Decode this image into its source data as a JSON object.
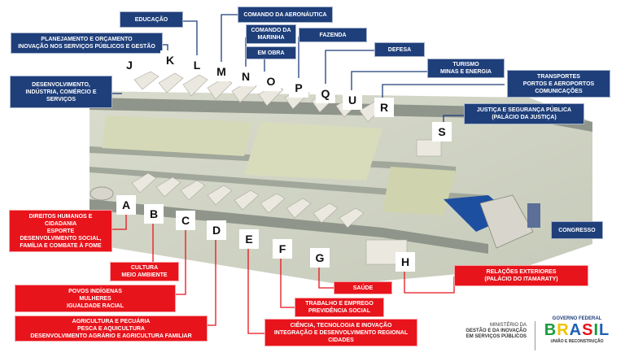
{
  "colors": {
    "blue": "#1f3f7a",
    "red": "#e8141c"
  },
  "blue_labels": {
    "educacao": [
      "EDUCAÇÃO"
    ],
    "aeronautica": [
      "COMANDO DA AERONÁUTICA"
    ],
    "planejamento": [
      "PLANEJAMENTO E ORÇAMENTO",
      "INOVAÇÃO NOS SERVIÇOS PÚBLICOS E GESTÃO"
    ],
    "marinha": [
      "COMANDO DA",
      "MARINHA"
    ],
    "em_obra": [
      "EM OBRA"
    ],
    "fazenda": [
      "FAZENDA"
    ],
    "defesa": [
      "DEFESA"
    ],
    "turismo": [
      "TURISMO",
      "MINAS E ENERGIA"
    ],
    "transportes": [
      "TRANSPORTES",
      "PORTOS E AEROPORTOS",
      "COMUNICAÇÕES"
    ],
    "desenvolvimento": [
      "DESENVOLVIMENTO,",
      "INDÚSTRIA, COMÉRCIO E",
      "SERVIÇOS"
    ],
    "justica": [
      "JUSTIÇA E SEGURANÇA PÚBLICA",
      "(PALÁCIO DA JUSTIÇA)"
    ],
    "congresso": [
      "CONGRESSO"
    ]
  },
  "red_labels": {
    "direitos": [
      "DIREITOS HUMANOS E",
      "CIDADANIA",
      "ESPORTE",
      "DESENVOLVIMENTO SOCIAL,",
      "FAMÍLIA E COMBATE À FOME"
    ],
    "cultura": [
      "CULTURA",
      "MEIO AMBIENTE"
    ],
    "povos": [
      "POVOS INDÍGENAS",
      "MULHERES",
      "IGUALDADE RACIAL"
    ],
    "agricultura": [
      "AGRICULTURA E PECUÁRIA",
      "PESCA E AQUICULTURA",
      "DESENVOLVIMENTO AGRÁRIO E AGRICULTURA FAMILIAR"
    ],
    "saude": [
      "SAÚDE"
    ],
    "trabalho": [
      "TRABALHO E EMPREGO",
      "PREVIDÊNCIA SOCIAL"
    ],
    "ciencia": [
      "CIÊNCIA, TECNOLOGIA E INOVAÇÃO",
      "INTEGRAÇÃO E DESENVOLVIMENTO REGIONAL",
      "CIDADES"
    ],
    "relacoes": [
      "RELAÇÕES EXTERIORES",
      "(PALÁCIO DO ITAMARATY)"
    ]
  },
  "letters": {
    "J": "J",
    "K": "K",
    "L": "L",
    "M": "M",
    "N": "N",
    "O": "O",
    "P": "P",
    "Q": "Q",
    "U": "U",
    "R": "R",
    "S": "S",
    "A": "A",
    "B": "B",
    "C": "C",
    "D": "D",
    "E": "E",
    "F": "F",
    "G": "G",
    "H": "H"
  },
  "footer": {
    "ministry_line1": "MINISTÉRIO DA",
    "ministry_line2": "GESTÃO E DA INOVAÇÃO",
    "ministry_line3": "EM SERVIÇOS PÚBLICOS",
    "gov": "GOVERNO FEDERAL",
    "brand": [
      "B",
      "R",
      "A",
      "S",
      "I",
      "L"
    ],
    "slogan": "UNIÃO E RECONSTRUÇÃO"
  }
}
